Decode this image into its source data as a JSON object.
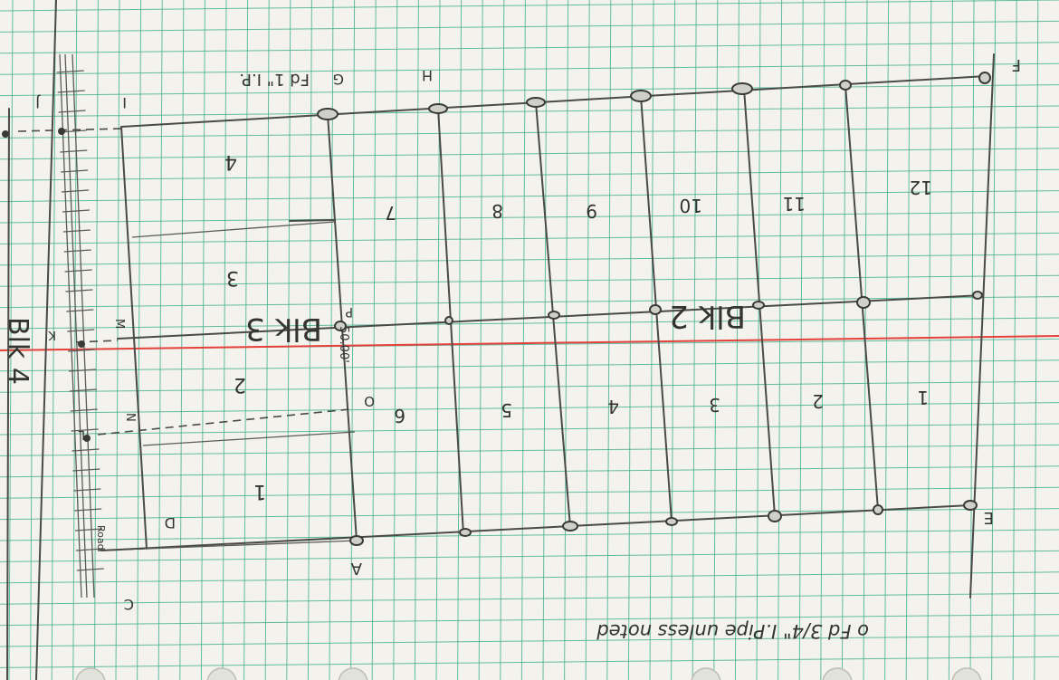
{
  "sheet": {
    "grid_color": "#3fae8f",
    "red_line_color": "#e5413b",
    "ink_color": "#4a4a48",
    "paper_color": "#f3f2ec"
  },
  "labels": {
    "corner_a": "A",
    "corner_c": "C",
    "corner_d": "D",
    "corner_e": "E",
    "corner_f": "F",
    "corner_g": "G",
    "corner_h": "H",
    "corner_i": "I",
    "corner_j": "J",
    "corner_k": "K",
    "corner_l": "L",
    "corner_m": "M",
    "corner_n": "N",
    "corner_o": "O",
    "corner_p": "P",
    "found_note": "Fd 1\" I.P.",
    "legend_note": "o Fd 3/4\" I.Pipe unless noted",
    "block_3": "Blk 3",
    "block_2": "Blk 2",
    "block_4": "Blk 4",
    "road_note": "Road",
    "dim_note": "50.00'"
  },
  "lots_upper": [
    "12",
    "11",
    "10",
    "9",
    "8",
    "7"
  ],
  "lots_lower": [
    "1",
    "2",
    "3",
    "4",
    "5",
    "6"
  ],
  "lots_west": [
    "4",
    "3",
    "2",
    "1"
  ]
}
